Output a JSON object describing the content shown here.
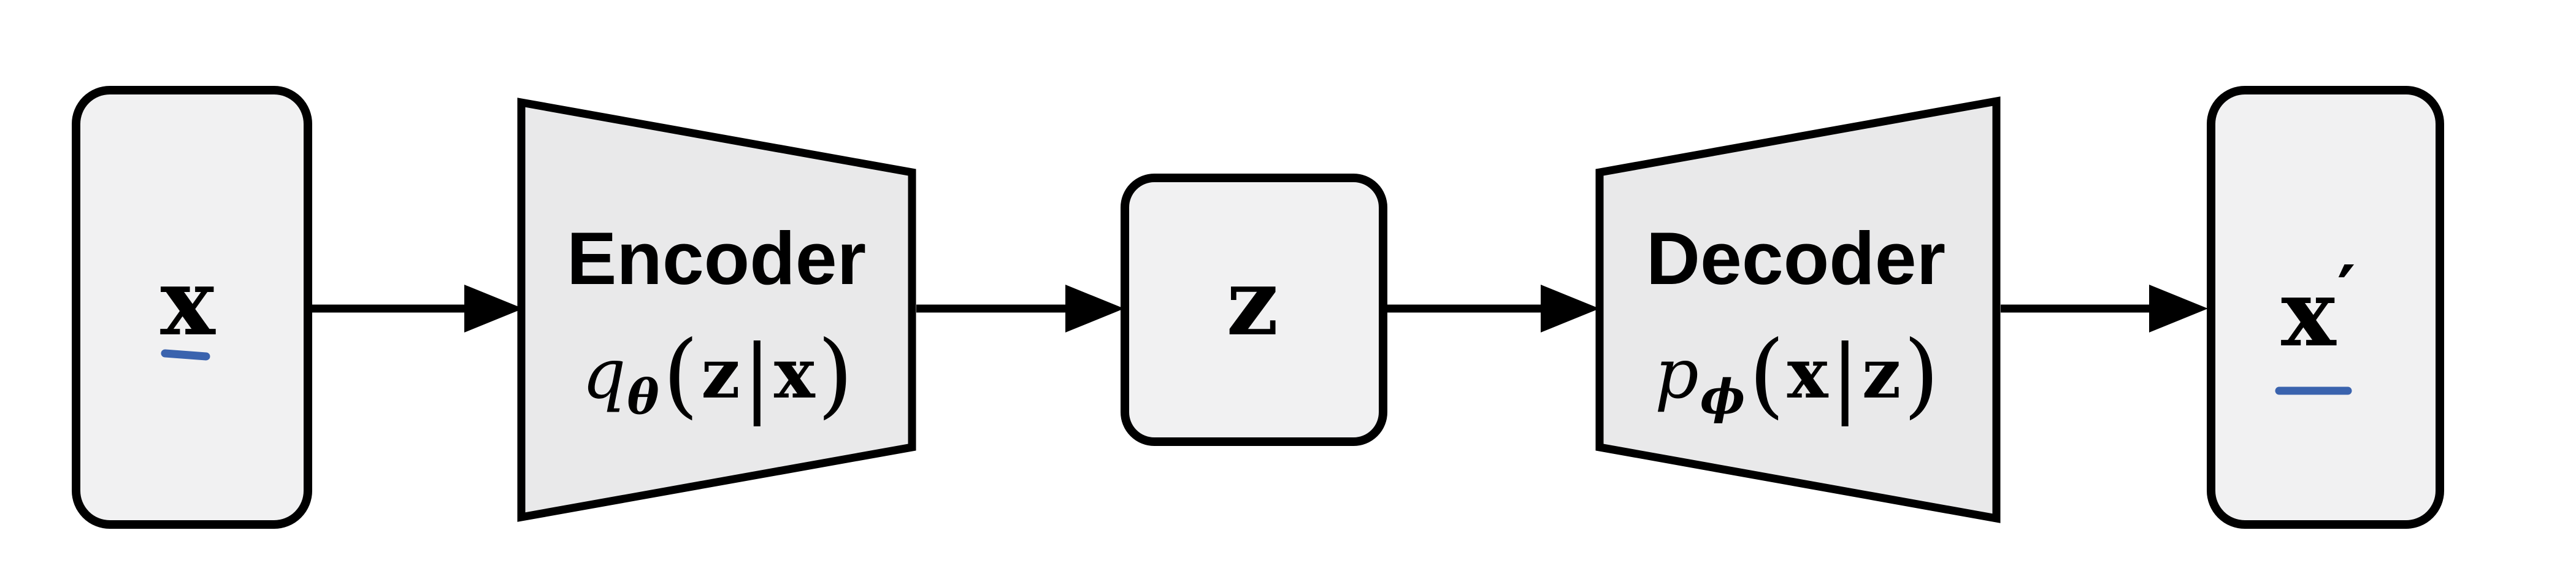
{
  "diagram": {
    "title": "autoencoder-architecture",
    "colors": {
      "background": "#ffffff",
      "outline": "#000000",
      "box_fill": "#f1f1f2",
      "trapezoid_fill": "#e9e9ea",
      "underline_blue": "#3a63ae"
    },
    "blocks": {
      "input": {
        "label": "x"
      },
      "encoder": {
        "title": "Encoder",
        "formula": {
          "func": "q",
          "sub": "θ",
          "open": "(",
          "arg1": "z",
          "bar": "|",
          "arg2": "x",
          "close": ")"
        }
      },
      "latent": {
        "label": "z"
      },
      "decoder": {
        "title": "Decoder",
        "formula": {
          "func": "p",
          "sub": "ϕ",
          "open": "(",
          "arg1": "x",
          "bar": "|",
          "arg2": "z",
          "close": ")"
        }
      },
      "output": {
        "label": "x",
        "prime": "′"
      }
    },
    "flow": [
      "input -> encoder",
      "encoder -> latent",
      "latent -> decoder",
      "decoder -> output"
    ]
  }
}
